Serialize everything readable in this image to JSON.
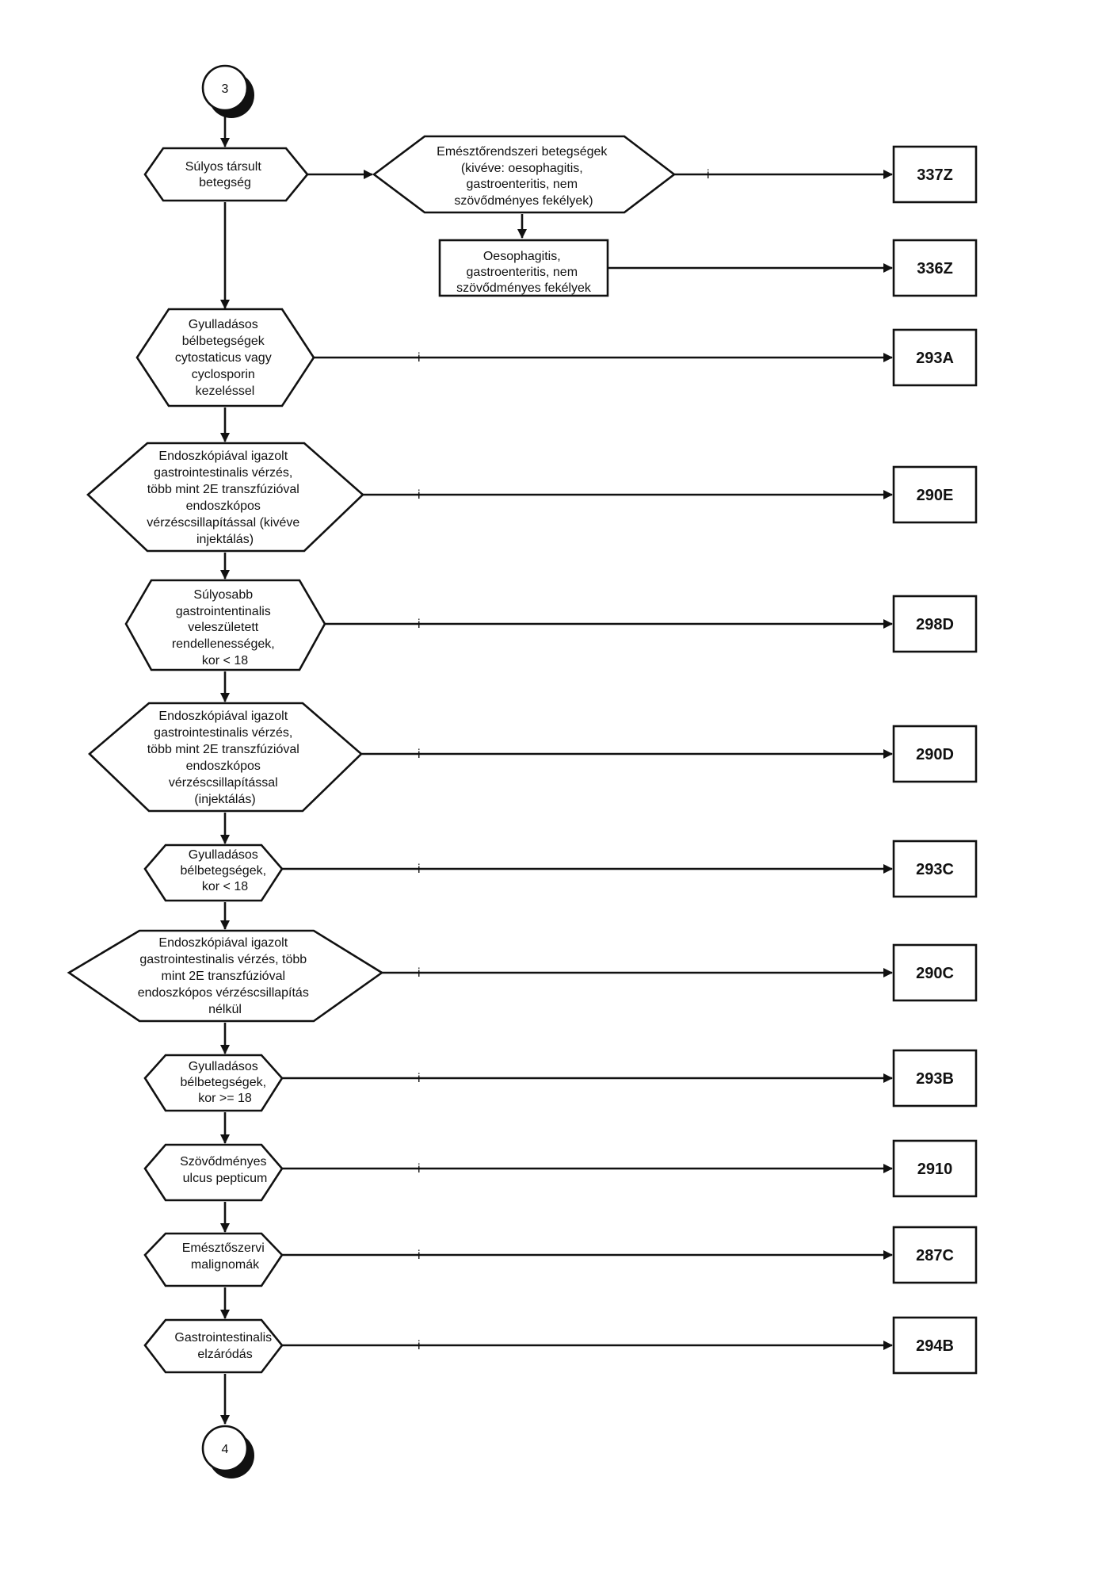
{
  "connectors": {
    "start": "3",
    "end": "4"
  },
  "yes_mark": "i",
  "nodes": [
    {
      "id": "n1",
      "lines": [
        "Súlyos társult",
        "betegség"
      ],
      "code": ""
    },
    {
      "id": "n1b",
      "lines": [
        "Emésztőrendszeri betegségek",
        "(kivéve: oesophagitis,",
        "gastroenteritis, nem",
        "szövődményes fekélyek)"
      ],
      "code": "337Z"
    },
    {
      "id": "n1c",
      "lines": [
        "Oesophagitis,",
        "gastroenteritis, nem",
        "szövődményes fekélyek"
      ],
      "code": "336Z"
    },
    {
      "id": "n2",
      "lines": [
        "Gyulladásos",
        "bélbetegségek",
        "cytostaticus vagy",
        "cyclosporin",
        "kezeléssel"
      ],
      "code": "293A"
    },
    {
      "id": "n3",
      "lines": [
        "Endoszkópiával igazolt",
        "gastrointestinalis vérzés,",
        "több mint 2E transzfúzióval",
        "endoszkópos",
        "vérzéscsillapítással (kivéve",
        "injektálás)"
      ],
      "code": "290E"
    },
    {
      "id": "n4",
      "lines": [
        "Súlyosabb",
        "gastrointentinalis",
        "veleszületett",
        "rendellenességek,",
        "kor < 18"
      ],
      "code": "298D"
    },
    {
      "id": "n5",
      "lines": [
        "Endoszkópiával igazolt",
        "gastrointestinalis vérzés,",
        "több mint 2E transzfúzióval",
        "endoszkópos",
        "vérzéscsillapítással",
        "(injektálás)"
      ],
      "code": "290D"
    },
    {
      "id": "n6",
      "lines": [
        "Gyulladásos",
        "bélbetegségek,",
        "kor < 18"
      ],
      "code": "293C"
    },
    {
      "id": "n7",
      "lines": [
        "Endoszkópiával igazolt",
        "gastrointestinalis vérzés, több",
        "mint 2E transzfúzióval",
        "endoszkópos vérzéscsillapítás",
        "nélkül"
      ],
      "code": "290C"
    },
    {
      "id": "n8",
      "lines": [
        "Gyulladásos",
        "bélbetegségek,",
        "kor >= 18"
      ],
      "code": "293B"
    },
    {
      "id": "n9",
      "lines": [
        "Szövődményes",
        "ulcus pepticum"
      ],
      "code": "2910"
    },
    {
      "id": "n10",
      "lines": [
        "Emésztőszervi",
        "malignomák"
      ],
      "code": "287C"
    },
    {
      "id": "n11",
      "lines": [
        "Gastrointestinalis",
        "elzáródás"
      ],
      "code": "294B"
    }
  ]
}
